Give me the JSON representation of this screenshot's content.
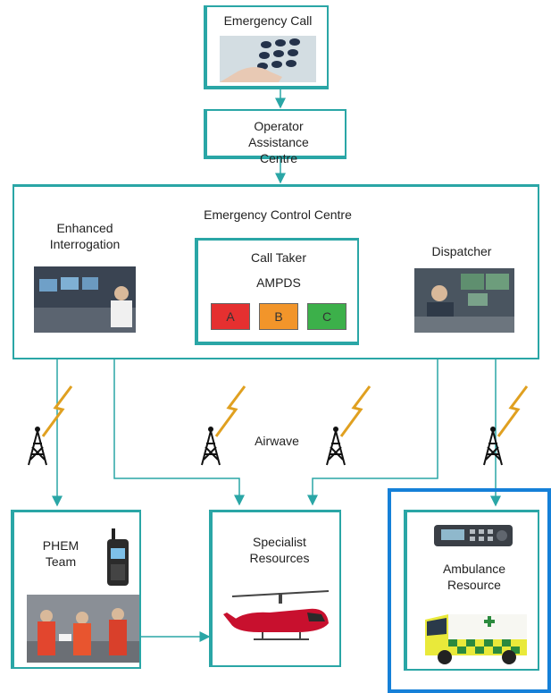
{
  "nodes": {
    "emergency_call": "Emergency Call",
    "operator": "Operator Assistance Centre",
    "control_centre": "Emergency Control Centre",
    "enhanced": "Enhanced Interrogation",
    "call_taker": "Call Taker",
    "ampds": "AMPDS",
    "dispatcher": "Dispatcher",
    "airwave": "Airwave",
    "phem": "PHEM Team",
    "specialist": "Specialist Resources",
    "ambulance": "Ambulance Resource"
  },
  "priority_codes": [
    {
      "label": "A",
      "color": "#e53030"
    },
    {
      "label": "B",
      "color": "#f2952a"
    },
    {
      "label": "C",
      "color": "#3cb04a"
    }
  ],
  "colors": {
    "line": "#2aa6a6",
    "highlight": "#1580d8"
  }
}
